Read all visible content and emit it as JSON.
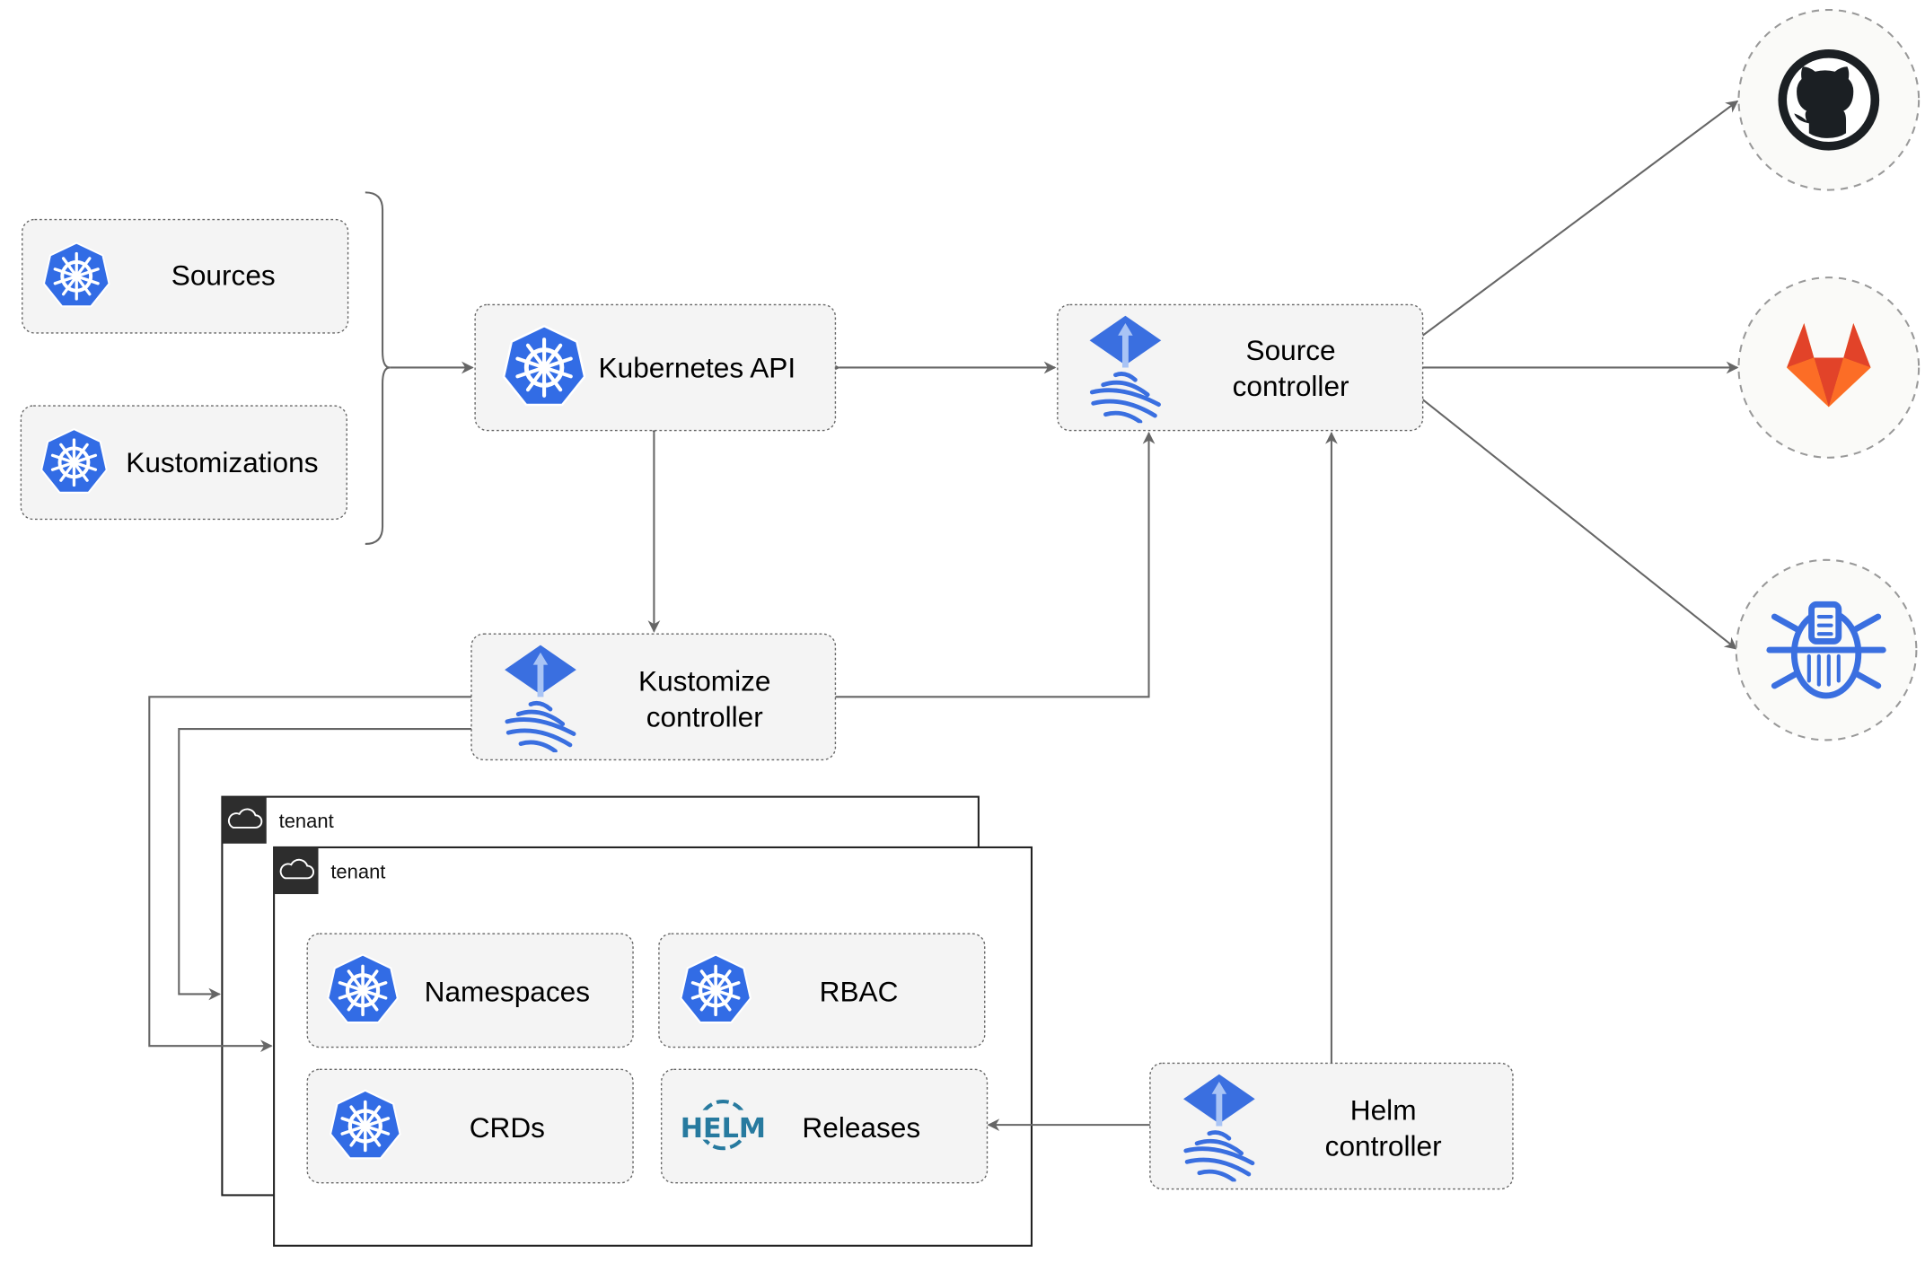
{
  "nodes": {
    "sources": "Sources",
    "kustomizations": "Kustomizations",
    "kubernetes_api": "Kubernetes API",
    "source_controller": [
      "Source",
      "controller"
    ],
    "kustomize_controller": [
      "Kustomize",
      "controller"
    ],
    "helm_controller": [
      "Helm",
      "controller"
    ],
    "namespaces": "Namespaces",
    "rbac": "RBAC",
    "crds": "CRDs",
    "releases": "Releases"
  },
  "tenants": [
    "tenant",
    "tenant"
  ],
  "helm_logo": "HELM",
  "external_sources": [
    "github-icon",
    "gitlab-icon",
    "bucket-icon"
  ],
  "colors": {
    "k8s_blue": "#326ce5",
    "flux_blue": "#3a6fe0",
    "helm_blue": "#277a9f",
    "edge": "#666666",
    "box_fill": "#f4f4f4"
  }
}
